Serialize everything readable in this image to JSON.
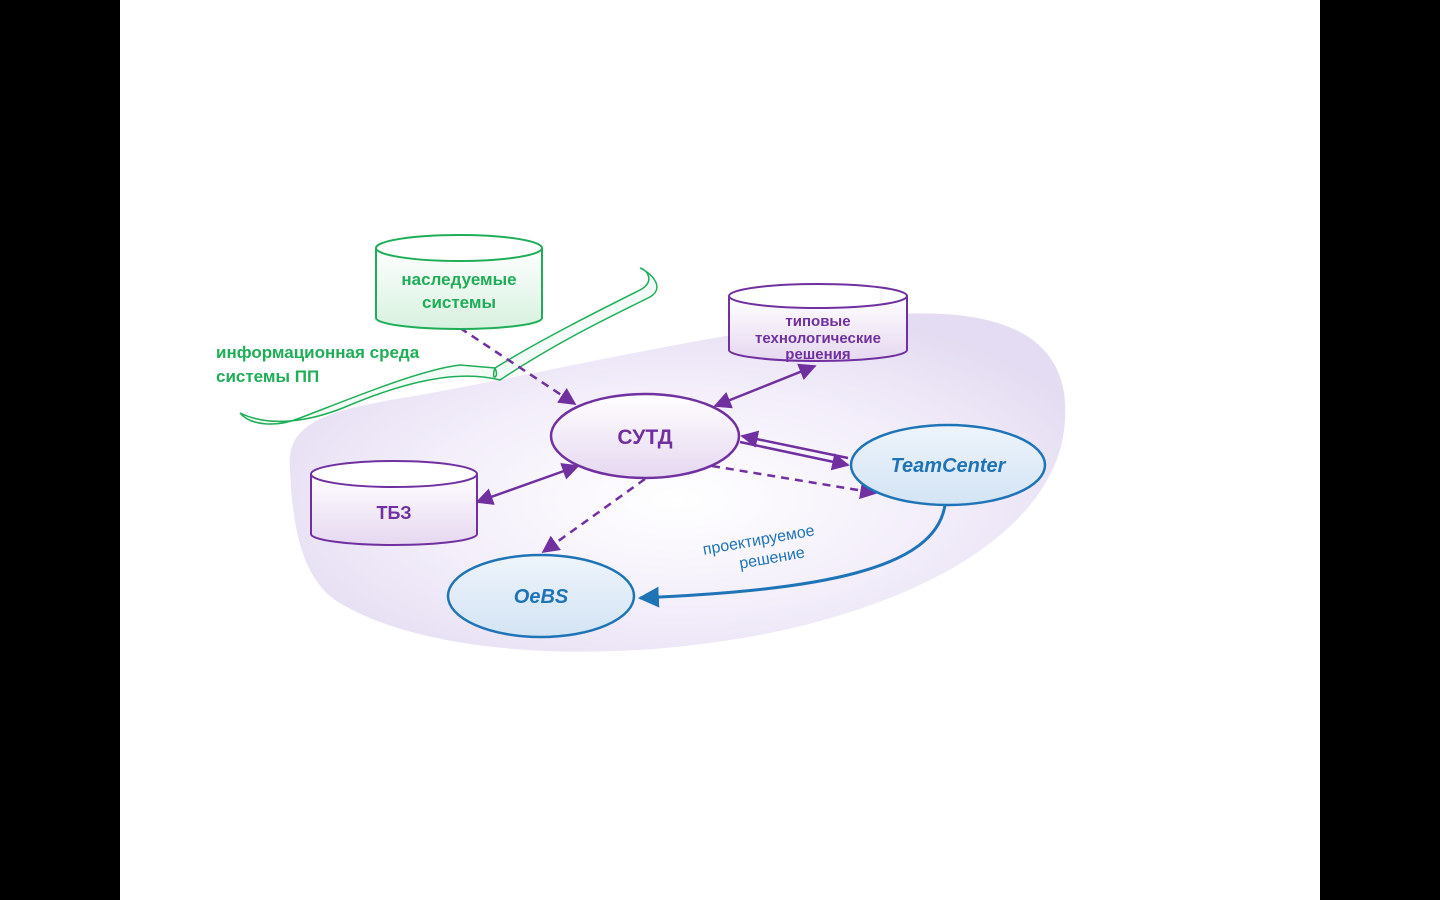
{
  "nodes": {
    "legacy": {
      "line1": "наследуемые",
      "line2": "системы"
    },
    "typical": {
      "line1": "типовые",
      "line2": "технологические",
      "line3": "решения"
    },
    "sutd": {
      "label": "СУТД"
    },
    "teamcenter": {
      "label": "TeamCenter"
    },
    "tbz": {
      "label": "ТБЗ"
    },
    "oebs": {
      "label": "OeBS"
    }
  },
  "env_label": {
    "line1": "информационная среда",
    "line2": "системы ПП"
  },
  "edge_label": {
    "line1": "проектируемое",
    "line2": "решение"
  },
  "colors": {
    "green": "#1fae57",
    "purple": "#7030a0",
    "blue": "#1f74b8",
    "purple_fill": "#eee3f4",
    "blue_fill": "#dde9f6",
    "green_fill": "#e3f5e8"
  }
}
